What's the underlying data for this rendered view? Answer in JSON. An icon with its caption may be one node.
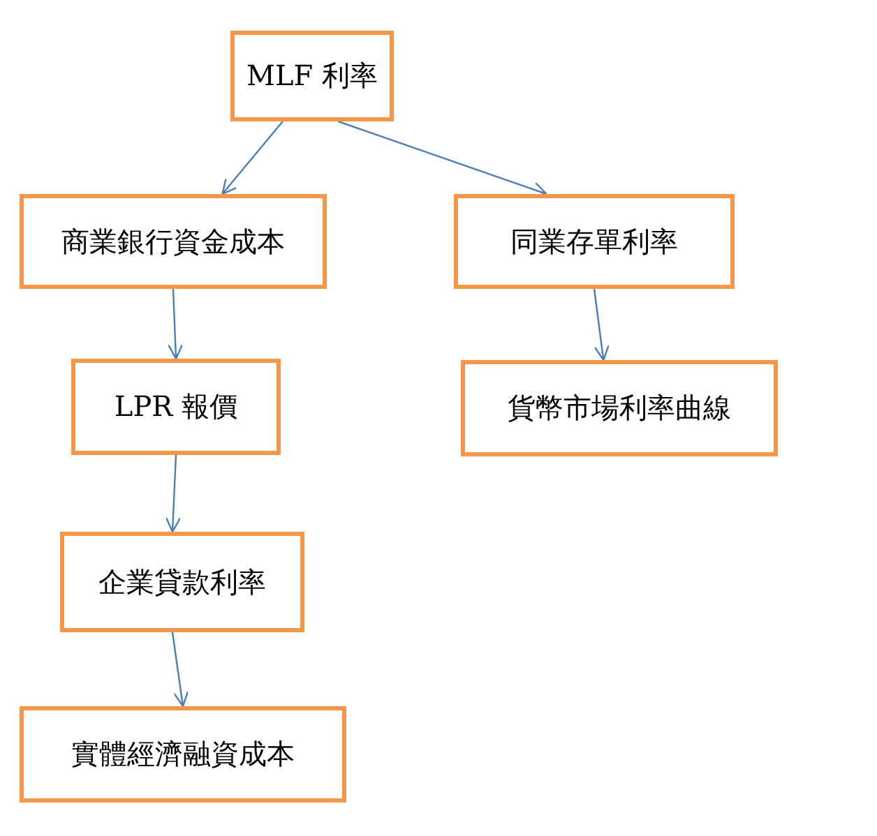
{
  "diagram": {
    "nodes": [
      {
        "text": [
          "MLF 利率"
        ]
      },
      {
        "text": [
          "商業銀行資金成本"
        ]
      },
      {
        "text": [
          "同業存單利率"
        ]
      },
      {
        "text": [
          "LPR 報價"
        ]
      },
      {
        "text": [
          "貨幣市場利率曲線"
        ]
      },
      {
        "text": [
          "企業貸款利率"
        ]
      },
      {
        "text": [
          "實體經濟融資成本"
        ]
      }
    ],
    "edges": [
      {
        "from": 0,
        "to": 1,
        "arrow": "to"
      },
      {
        "from": 0,
        "to": 2,
        "arrow": "to"
      },
      {
        "from": 1,
        "to": 3,
        "arrow": "to"
      },
      {
        "from": 2,
        "to": 4,
        "arrow": "to"
      },
      {
        "from": 3,
        "to": 5,
        "arrow": "to"
      },
      {
        "from": 5,
        "to": 6,
        "arrow": "to"
      }
    ]
  }
}
